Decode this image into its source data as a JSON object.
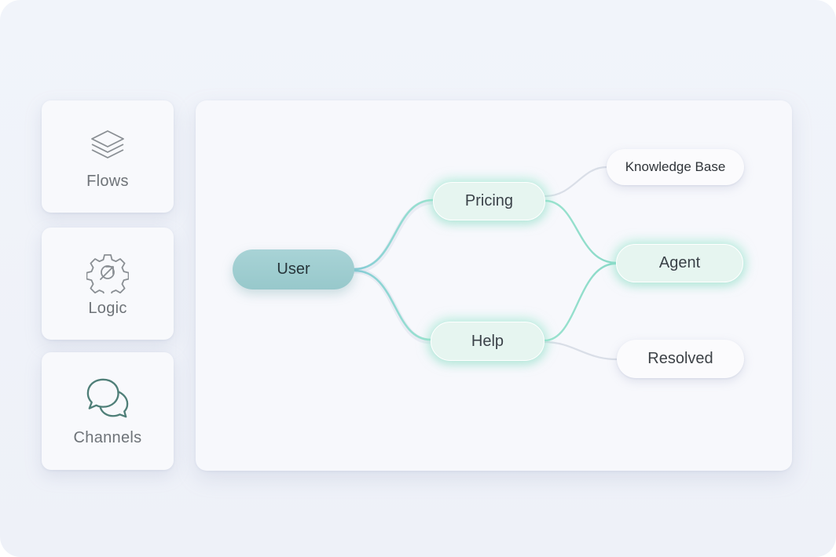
{
  "sidebar": {
    "items": [
      {
        "label": "Flows",
        "icon": "layers-icon"
      },
      {
        "label": "Logic",
        "icon": "gear-arrow-icon"
      },
      {
        "label": "Channels",
        "icon": "chat-bubbles-icon"
      }
    ]
  },
  "flow": {
    "nodes": {
      "user": "User",
      "pricing": "Pricing",
      "help": "Help",
      "knowledge_base": "Knowledge Base",
      "agent": "Agent",
      "resolved": "Resolved"
    }
  },
  "colors": {
    "user_node": "#9fcdd0",
    "green_node": "#e6f5f0",
    "link_primary": "#7fd0d8",
    "link_secondary": "#d8dde6",
    "icon_gray": "#8a8f94",
    "icon_teal": "#4f7f78"
  }
}
